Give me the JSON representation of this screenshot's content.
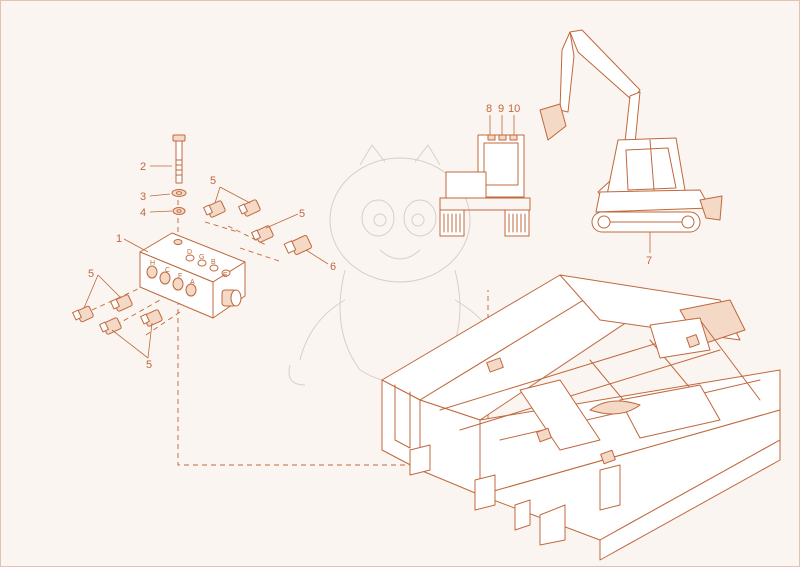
{
  "callouts": {
    "c1": "1",
    "c2": "2",
    "c3": "3",
    "c4": "4",
    "c5_top": "5",
    "c5_right": "5",
    "c5_left": "5",
    "c5_bottom": "5",
    "c6": "6",
    "c7": "7",
    "c8": "8",
    "c9": "9",
    "c10": "10"
  },
  "port_labels": {
    "h": "H",
    "c": "C",
    "f": "F",
    "a": "A",
    "d": "D",
    "g": "G",
    "b": "B",
    "e": "E"
  },
  "colors": {
    "line": "#c0683c",
    "fill": "#f3d9c6",
    "background": "#fbf5f1"
  }
}
